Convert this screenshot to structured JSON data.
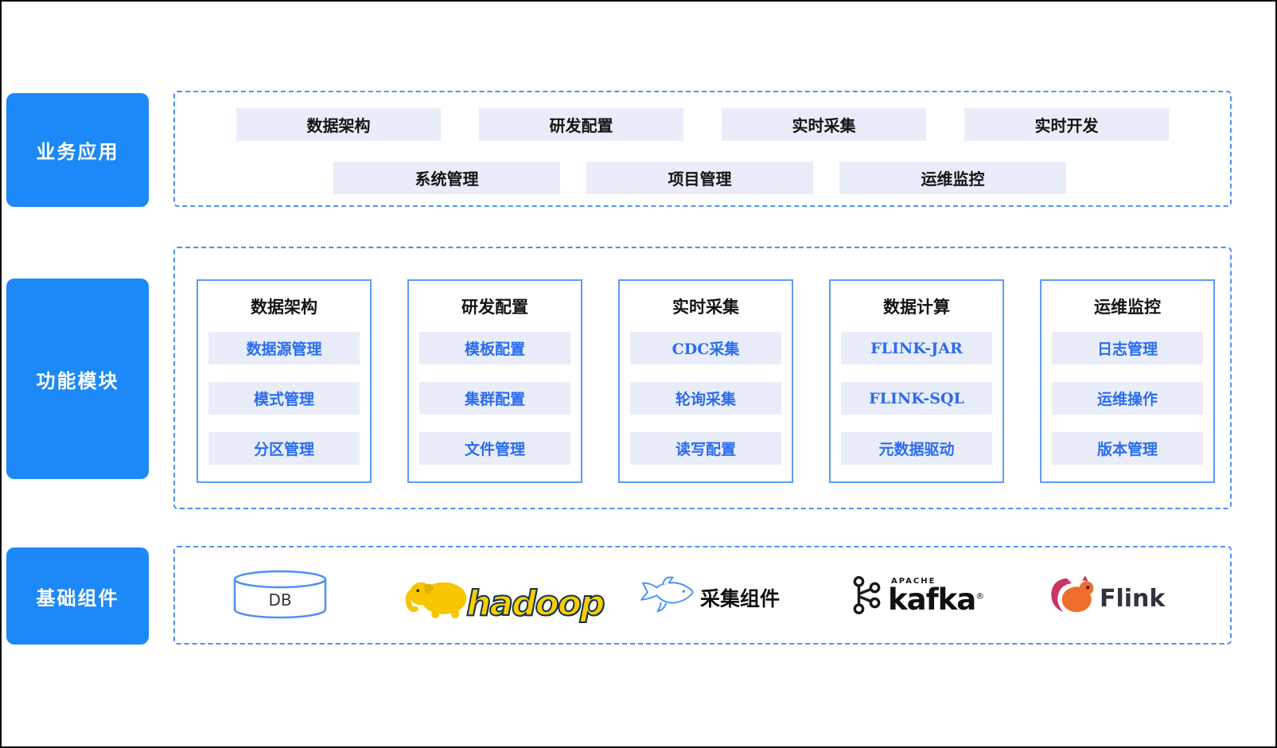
{
  "colors": {
    "accent_blue": "#1d88f7",
    "dashed_border": "#4a90f8",
    "column_border": "#5b9cf8",
    "pill_bg": "#e9edf9",
    "item_text_blue": "#2a6cf0"
  },
  "icons": {
    "db": "database-cylinder",
    "hadoop": "yellow-elephant",
    "collector": "shark",
    "kafka": "kafka-mark",
    "flink": "squirrel"
  },
  "business": {
    "label": "业务应用",
    "row1": [
      "数据架构",
      "研发配置",
      "实时采集",
      "实时开发"
    ],
    "row2": [
      "系统管理",
      "项目管理",
      "运维监控"
    ]
  },
  "modules": {
    "label": "功能模块",
    "columns": [
      {
        "header": "数据架构",
        "items": [
          "数据源管理",
          "模式管理",
          "分区管理"
        ]
      },
      {
        "header": "研发配置",
        "items": [
          "模板配置",
          "集群配置",
          "文件管理"
        ]
      },
      {
        "header": "实时采集",
        "items": [
          "CDC采集",
          "轮询采集",
          "读写配置"
        ]
      },
      {
        "header": "数据计算",
        "items": [
          "FLINK-JAR",
          "FLINK-SQL",
          "元数据驱动"
        ]
      },
      {
        "header": "运维监控",
        "items": [
          "日志管理",
          "运维操作",
          "版本管理"
        ]
      }
    ]
  },
  "foundation": {
    "label": "基础组件",
    "db": {
      "label": "DB"
    },
    "hadoop": {
      "label": "hadoop"
    },
    "collector": {
      "label": "采集组件"
    },
    "kafka": {
      "brand": "APACHE",
      "label": "kafka",
      "reg": "®"
    },
    "flink": {
      "label": "Flink"
    }
  }
}
